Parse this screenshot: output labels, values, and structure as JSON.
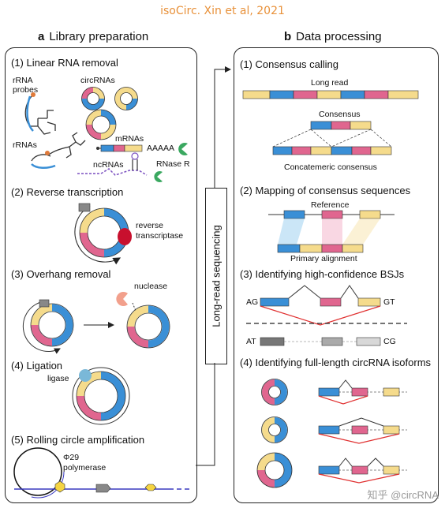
{
  "title": "isoCirc. Xin et al, 2021",
  "panel_a": {
    "letter": "a",
    "heading": "Library preparation",
    "steps": [
      "(1) Linear RNA removal",
      "(2) Reverse transcription",
      "(3) Overhang removal",
      "(4) Ligation",
      "(5) Rolling circle amplification"
    ],
    "labels": {
      "rrna_probes": "rRNA\nprobes",
      "circrnas": "circRNAs",
      "mrnas": "mRNAs",
      "rrnas": "rRNAs",
      "polya": "AAAAA",
      "ncrnas": "ncRNAs",
      "rnase_r": "RNase R",
      "reverse_transcriptase": "reverse\ntranscriptase",
      "nuclease": "nuclease",
      "ligase": "ligase",
      "polymerase": "Φ29\npolymerase"
    }
  },
  "middle": {
    "label": "Long-read sequencing"
  },
  "panel_b": {
    "letter": "b",
    "heading": "Data processing",
    "steps": [
      "(1) Consensus calling",
      "(2) Mapping of consensus sequences",
      "(3) Identifying high-confidence BSJs",
      "(4) Identifying full-length circRNA isoforms"
    ],
    "labels": {
      "long_read": "Long read",
      "consensus": "Consensus",
      "concatemeric_consensus": "Concatemeric consensus",
      "reference": "Reference",
      "primary_alignment": "Primary alignment",
      "ag": "AG",
      "gt": "GT",
      "at": "AT",
      "cg": "CG"
    }
  },
  "colors": {
    "blue": "#3a8fd6",
    "pink": "#e0668f",
    "yellow": "#f5db8c",
    "title_orange": "#e8913a",
    "red_line": "#e03030"
  },
  "watermark": "知乎 @circRNA"
}
